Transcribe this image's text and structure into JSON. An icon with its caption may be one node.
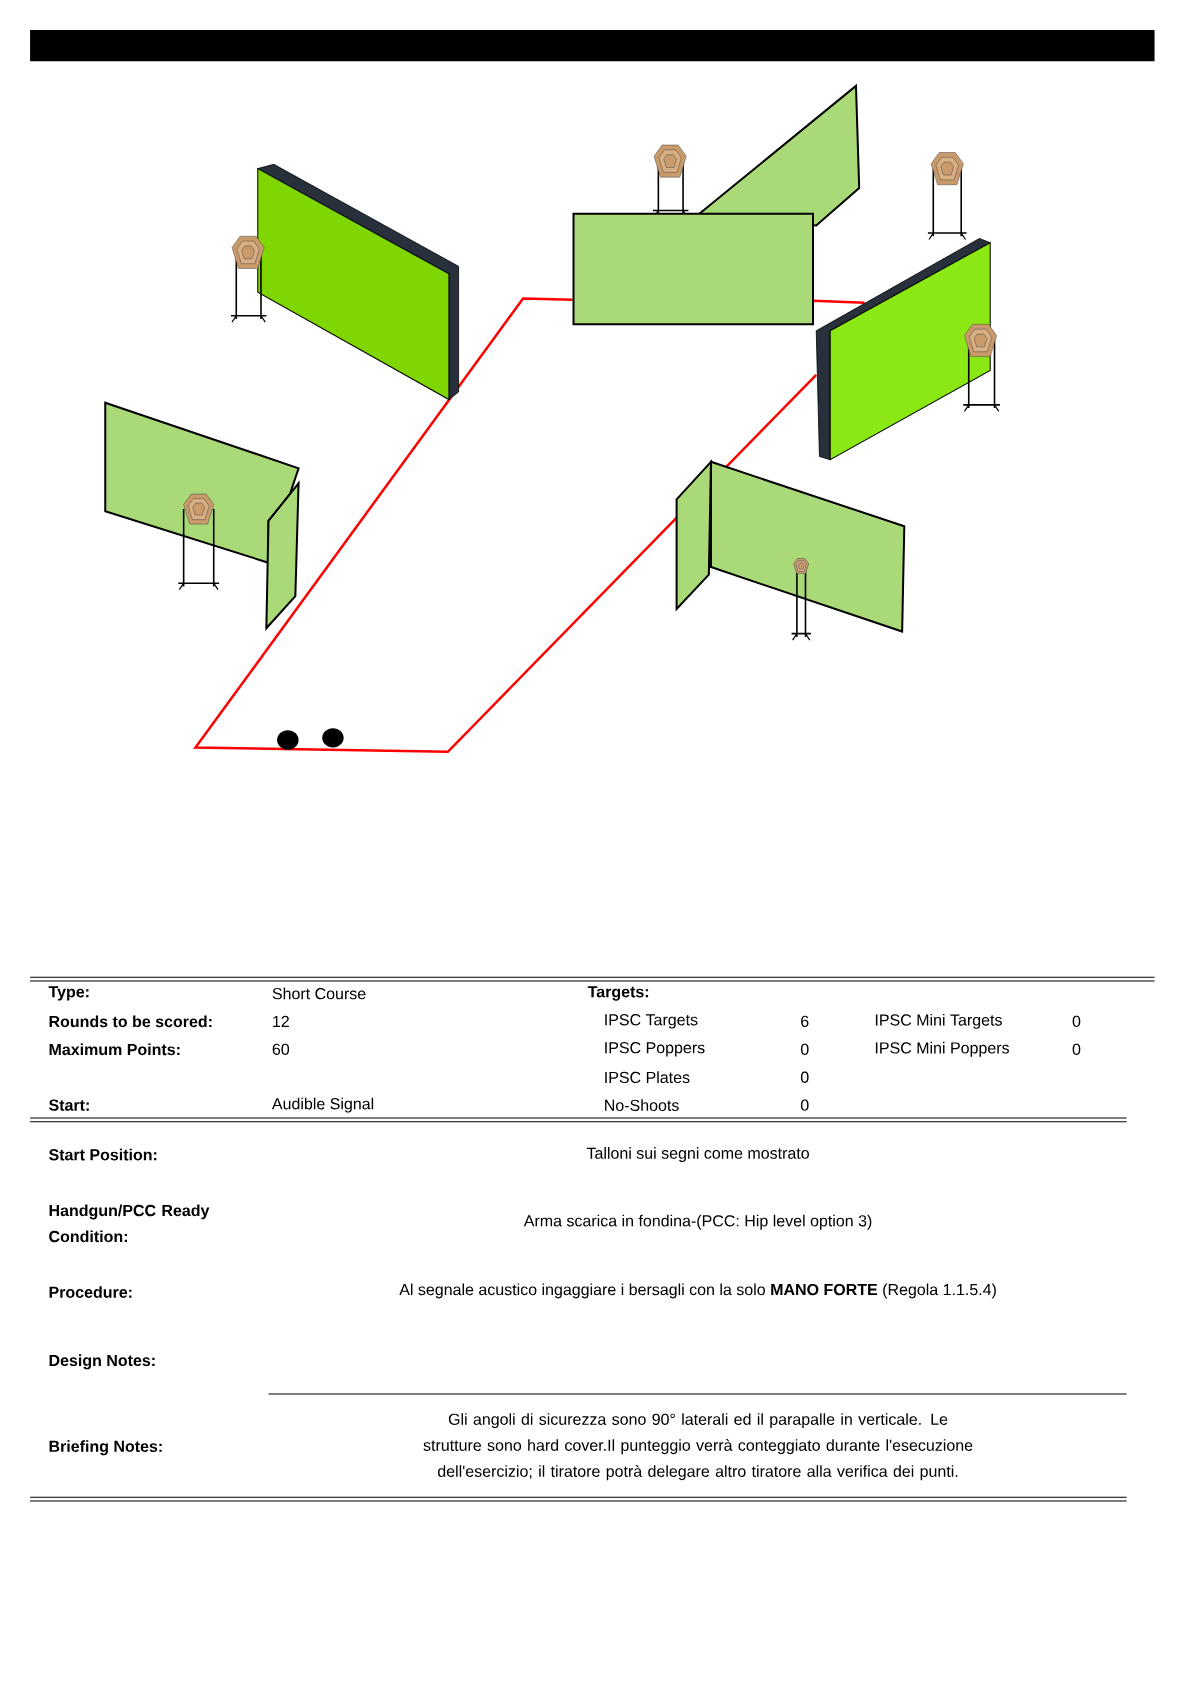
{
  "diagram": {
    "labels": [
      "Type:",
      "Short Course",
      "Targets:",
      "Rounds to be scored:",
      "12",
      "IPSC Targets",
      "6",
      "IPSC Mini Targets",
      "0",
      "Maximum Points:",
      "60",
      "IPSC Poppers",
      "0",
      "IPSC Mini Poppers",
      "0",
      "IPSC Plates",
      "0",
      "Start:",
      "Audible Signal",
      "No-Shoots",
      "0",
      "Start Position:",
      "Talloni sui segni come mostrato",
      "Handgun/PCC Ready Condition:",
      "Arma scarica in fondina-(PCC: Hip level option 3)",
      "Procedure:",
      "Al segnale acustico ingaggiare i bersagli con la solo **MANO FORTE** (Regola 1.1.5.4)",
      "Design Notes:",
      "Briefing Notes:",
      "Gli angoli di sicurezza sono 90° laterali ed il parapalle in verticale. Le strutture sono hard cover.Il punteggio verrà conteggiato durante l'esecuzione dell'esercizio; il tiratore potrà delegare altro tiratore alla verifica  dei punti."
    ]
  }
}
